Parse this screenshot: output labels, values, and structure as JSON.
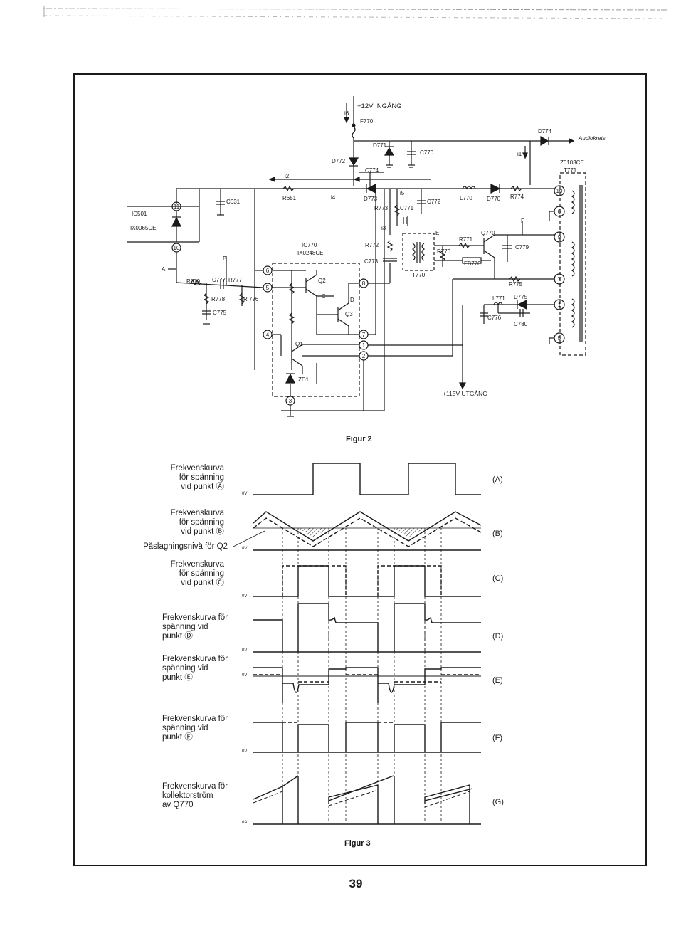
{
  "figure2": {
    "caption": "Figur 2",
    "labels": {
      "v12_in": "+12V INGÅNG",
      "i6": "i6",
      "f770": "F770",
      "d774": "D774",
      "audio": "Audiokrets",
      "d771": "D771",
      "c770": "C770",
      "i1": "i1",
      "d772": "D772",
      "c774": "C774",
      "z0103": "Z0103CE",
      "t771": "T771",
      "i2": "i2",
      "r651": "R651",
      "i4": "i4",
      "d773": "D773",
      "i5": "i5",
      "c772": "C772",
      "l770": "L770",
      "d770": "D770",
      "r774": "R774",
      "c631": "C631",
      "r773": "R773",
      "c771": "C771",
      "ic501": "IC501",
      "ix0065": "IX0065CE",
      "i3": "i3",
      "pt_e": "E",
      "pt_f": "F",
      "q770": "Q770",
      "ic770": "IC770",
      "ix0248": "IX0248CE",
      "r772": "R772",
      "r771": "R771",
      "c779": "C779",
      "r770": "R770",
      "pt_b": "B",
      "pt_a": "A",
      "c773": "C773",
      "fb770": "FB770",
      "t770": "T770",
      "r775": "R775",
      "r779": "R779",
      "c777": "C777",
      "r777": "R777",
      "q2": "Q2",
      "pt_c": "C",
      "pt_d": "D",
      "q3": "Q3",
      "r778": "R778",
      "r776": "R\n776",
      "c775": "C775",
      "l771": "L771",
      "d775": "D775",
      "c776": "C776",
      "c780": "C780",
      "q1": "Q1",
      "zd1": "ZD1",
      "v115_out": "+115V UTGÅNG"
    }
  },
  "figure3": {
    "caption": "Figur 3",
    "rows": [
      {
        "id": "A",
        "tag": "(A)",
        "label": "Frekvenskurva\nför spänning\nvid punkt Ⓐ",
        "zero": "0V"
      },
      {
        "id": "B",
        "tag": "(B)",
        "label": "Frekvenskurva\nför spänning\nvid punkt Ⓑ",
        "sublabel": "Påslagningsnivå för Q2",
        "zero": "0V"
      },
      {
        "id": "C",
        "tag": "(C)",
        "label": "Frekvenskurva\nför spänning\nvid punkt Ⓒ",
        "zero": "0V"
      },
      {
        "id": "D",
        "tag": "(D)",
        "label": "Frekvenskurva för\nspänning vid\npunkt Ⓓ",
        "zero": "0V"
      },
      {
        "id": "E",
        "tag": "(E)",
        "label": "Frekvenskurva för\nspänning vid\npunkt Ⓔ",
        "zero": "0V"
      },
      {
        "id": "F",
        "tag": "(F)",
        "label": "Frekvenskurva för\nspänning vid\npunkt Ⓕ",
        "zero": "0V"
      },
      {
        "id": "G",
        "tag": "(G)",
        "label": "Frekvenskurva för\nkollektorström\nav Q770",
        "zero": "0A"
      }
    ]
  },
  "page_number": "39"
}
